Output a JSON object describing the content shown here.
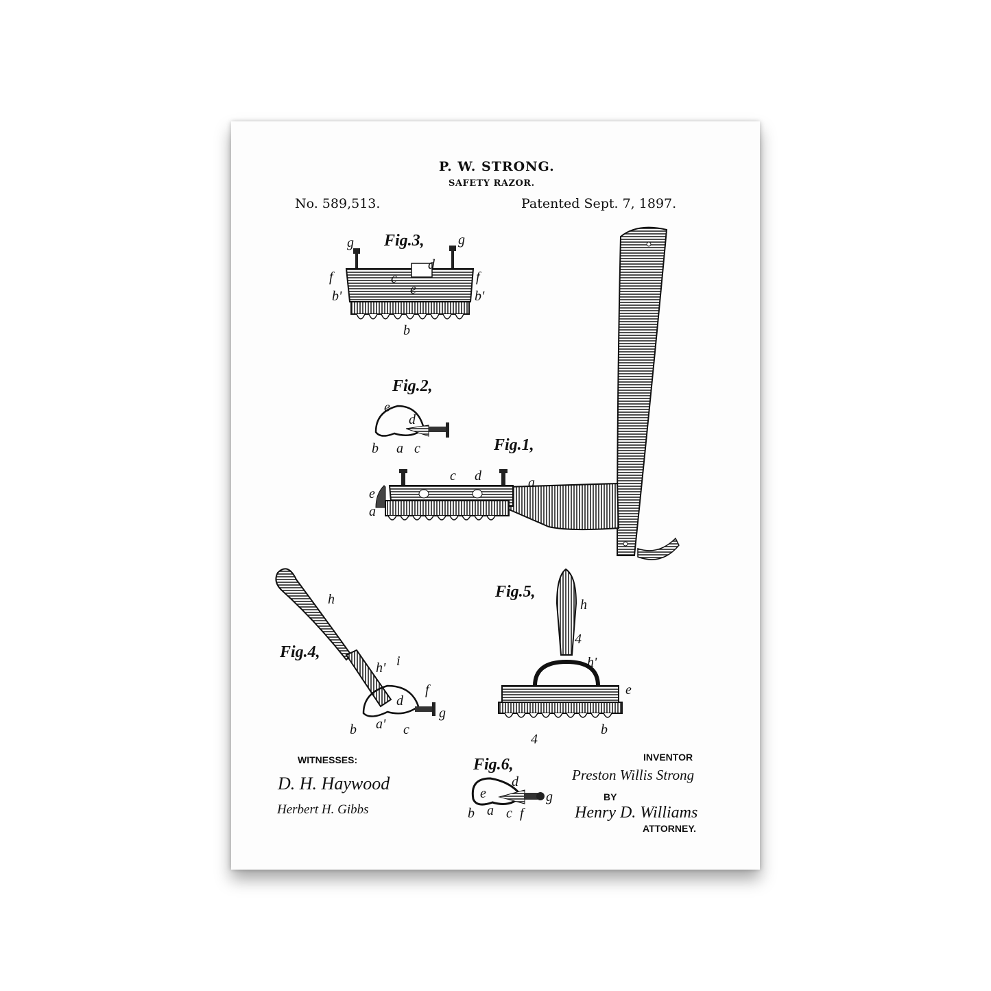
{
  "header": {
    "inventor_name": "P. W. STRONG.",
    "title": "SAFETY RAZOR.",
    "patent_number": "No. 589,513.",
    "patent_date": "Patented Sept. 7, 1897."
  },
  "figures": {
    "fig1": {
      "label": "Fig.1,",
      "parts": [
        "c",
        "d",
        "a",
        "e",
        "a"
      ]
    },
    "fig2": {
      "label": "Fig.2,",
      "parts": [
        "e",
        "d",
        "b",
        "a",
        "c"
      ]
    },
    "fig3": {
      "label": "Fig.3,",
      "parts": [
        "g",
        "g",
        "d",
        "c",
        "f",
        "f",
        "b'",
        "b'",
        "e",
        "b"
      ]
    },
    "fig4": {
      "label": "Fig.4,",
      "parts": [
        "h",
        "h'",
        "i",
        "f",
        "d",
        "g",
        "b",
        "a'",
        "c"
      ]
    },
    "fig5": {
      "label": "Fig.5,",
      "parts": [
        "h",
        "4",
        "h'",
        "e",
        "b",
        "4"
      ]
    },
    "fig6": {
      "label": "Fig.6,",
      "parts": [
        "d",
        "e",
        "g",
        "b",
        "a",
        "c",
        "f"
      ]
    }
  },
  "footer": {
    "witnesses_label": "WITNESSES:",
    "witness_1": "D. H. Haywood",
    "witness_2": "Herbert H. Gibbs",
    "inventor_label": "INVENTOR",
    "inventor_signature": "Preston Willis Strong",
    "by_label": "BY",
    "attorney_signature": "Henry D. Williams",
    "attorney_label": "ATTORNEY."
  },
  "colors": {
    "ink": "#111111",
    "paper": "#fdfdfd"
  }
}
